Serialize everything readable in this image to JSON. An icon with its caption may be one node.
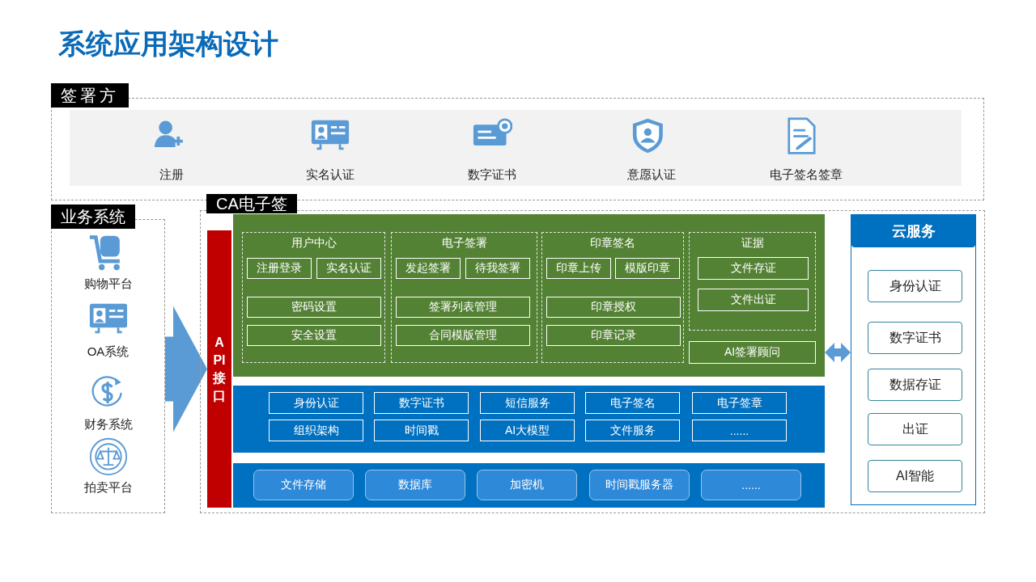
{
  "diagram": {
    "title": "系统应用架构设计",
    "nodes": [
      {
        "text": [
          "签署方"
        ]
      },
      {
        "text": [
          "注册"
        ],
        "in": 0
      },
      {
        "text": [
          "实名认证"
        ],
        "in": 0
      },
      {
        "text": [
          "数字证书"
        ],
        "in": 0
      },
      {
        "text": [
          "意愿认证"
        ],
        "in": 0
      },
      {
        "text": [
          "电子签名签章"
        ],
        "in": 0
      },
      {
        "text": [
          "业务系统"
        ]
      },
      {
        "text": [
          "购物平台"
        ],
        "in": 6
      },
      {
        "text": [
          "OA系统"
        ],
        "in": 6
      },
      {
        "text": [
          "财务系统"
        ],
        "in": 6
      },
      {
        "text": [
          "拍卖平台"
        ],
        "in": 6
      },
      {
        "text": [
          "CA电子签"
        ]
      },
      {
        "text": [
          "API接口"
        ],
        "in": 11
      },
      {
        "text": [],
        "shape": "box",
        "in": 11
      },
      {
        "text": [
          "用户中心"
        ],
        "in": 13
      },
      {
        "text": [
          "注册登录"
        ],
        "in": 14
      },
      {
        "text": [
          "实名认证"
        ],
        "in": 14
      },
      {
        "text": [
          "密码设置"
        ],
        "in": 14
      },
      {
        "text": [
          "安全设置"
        ],
        "in": 14
      },
      {
        "text": [
          "电子签署"
        ],
        "in": 13
      },
      {
        "text": [
          "发起签署"
        ],
        "in": 19
      },
      {
        "text": [
          "待我签署"
        ],
        "in": 19
      },
      {
        "text": [
          "签署列表管理"
        ],
        "in": 19
      },
      {
        "text": [
          "合同模版管理"
        ],
        "in": 19
      },
      {
        "text": [
          "印章签名"
        ],
        "in": 13
      },
      {
        "text": [
          "印章上传"
        ],
        "in": 24
      },
      {
        "text": [
          "模版印章"
        ],
        "in": 24
      },
      {
        "text": [
          "印章授权"
        ],
        "in": 24
      },
      {
        "text": [
          "印章记录"
        ],
        "in": 24
      },
      {
        "text": [
          "证据"
        ],
        "in": 13
      },
      {
        "text": [
          "文件存证"
        ],
        "in": 29
      },
      {
        "text": [
          "文件出证"
        ],
        "in": 29
      },
      {
        "text": [
          "AI签署顾问"
        ],
        "in": 13
      },
      {
        "text": [],
        "shape": "box",
        "in": 11
      },
      {
        "text": [
          "身份认证"
        ],
        "in": 33
      },
      {
        "text": [
          "数字证书"
        ],
        "in": 33
      },
      {
        "text": [
          "短信服务"
        ],
        "in": 33
      },
      {
        "text": [
          "电子签名"
        ],
        "in": 33
      },
      {
        "text": [
          "电子签章"
        ],
        "in": 33
      },
      {
        "text": [
          "组织架构"
        ],
        "in": 33
      },
      {
        "text": [
          "时间戳"
        ],
        "in": 33
      },
      {
        "text": [
          "AI大模型"
        ],
        "in": 33
      },
      {
        "text": [
          "文件服务"
        ],
        "in": 33
      },
      {
        "text": [
          "......"
        ],
        "in": 33
      },
      {
        "text": [],
        "shape": "box",
        "in": 11
      },
      {
        "text": [
          "文件存储"
        ],
        "in": 44
      },
      {
        "text": [
          "数据库"
        ],
        "in": 44
      },
      {
        "text": [
          "加密机"
        ],
        "in": 44
      },
      {
        "text": [
          "时间戳服务器"
        ],
        "in": 44
      },
      {
        "text": [
          "......"
        ],
        "in": 44
      },
      {
        "text": [
          "云服务"
        ],
        "in": 11
      },
      {
        "text": [
          "身份认证"
        ],
        "in": 50
      },
      {
        "text": [
          "数字证书"
        ],
        "in": 50
      },
      {
        "text": [
          "数据存证"
        ],
        "in": 50
      },
      {
        "text": [
          "出证"
        ],
        "in": 50
      },
      {
        "text": [
          "AI智能"
        ],
        "in": 50
      }
    ],
    "edges": [
      {
        "from": 6,
        "to": 12,
        "arrow": "to",
        "style": "thick"
      },
      {
        "from": 13,
        "to": 50,
        "arrow": "both"
      }
    ]
  }
}
